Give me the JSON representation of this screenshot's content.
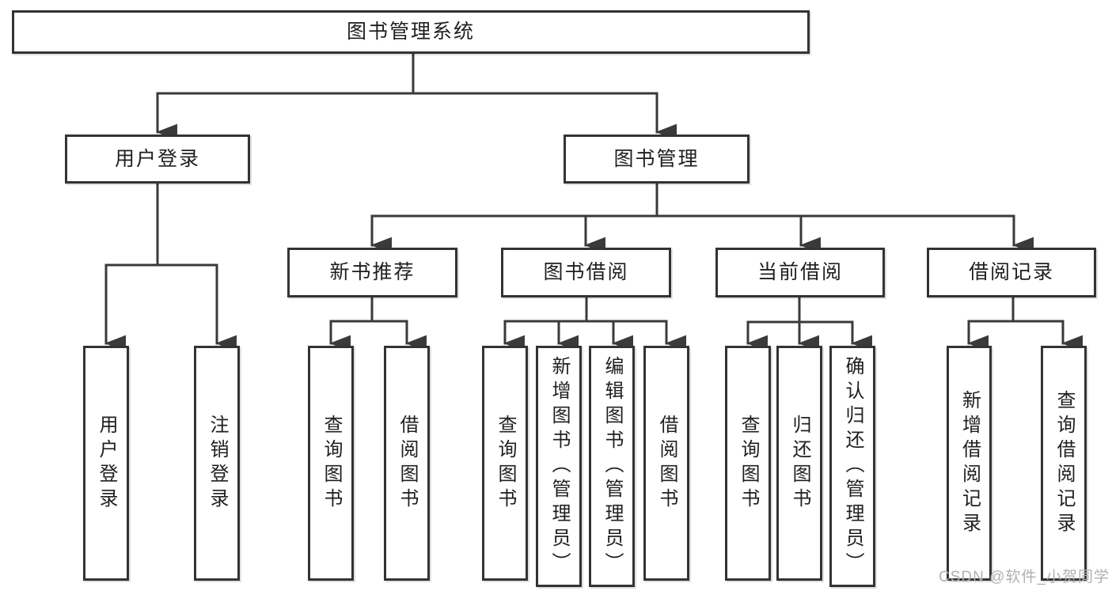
{
  "diagram": {
    "root": {
      "label": "图书管理系统"
    },
    "branches": [
      {
        "label": "用户登录",
        "children": [
          {
            "label": "用户登录"
          },
          {
            "label": "注销登录"
          }
        ]
      },
      {
        "label": "图书管理",
        "children": [
          {
            "label": "新书推荐",
            "children": [
              {
                "label": "查询图书"
              },
              {
                "label": "借阅图书"
              }
            ]
          },
          {
            "label": "图书借阅",
            "children": [
              {
                "label": "查询图书"
              },
              {
                "label": "新增图书（管理员）"
              },
              {
                "label": "编辑图书（管理员）"
              },
              {
                "label": "借阅图书"
              }
            ]
          },
          {
            "label": "当前借阅",
            "children": [
              {
                "label": "查询图书"
              },
              {
                "label": "归还图书"
              },
              {
                "label": "确认归还（管理员）"
              }
            ]
          },
          {
            "label": "借阅记录",
            "children": [
              {
                "label": "新增借阅记录"
              },
              {
                "label": "查询借阅记录"
              }
            ]
          }
        ]
      }
    ],
    "watermark": "CSDN @软件_小贺同学",
    "colors": {
      "line": "#3a3a3a",
      "box_border": "#333333",
      "text": "#1f1f1f",
      "watermark": "#b0b0b0",
      "background": "#ffffff"
    }
  }
}
